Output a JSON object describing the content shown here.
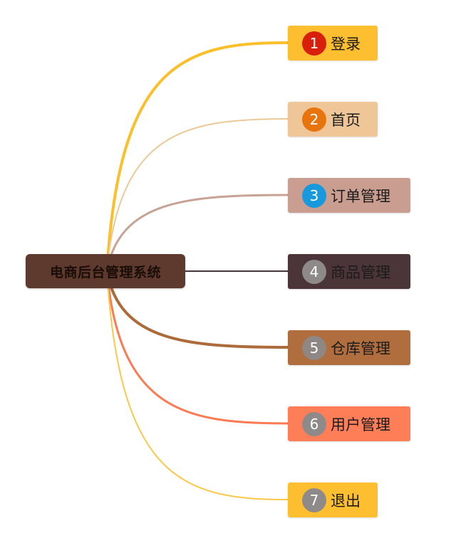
{
  "root": {
    "label": "电商后台管理系统",
    "color": "#5d3a2d"
  },
  "branches": [
    {
      "number": "1",
      "label": "登录",
      "box_color": "#fdbf2f",
      "badge_color": "#d81f0b",
      "line_color": "#fbbf2c"
    },
    {
      "number": "2",
      "label": "首页",
      "box_color": "#eec698",
      "badge_color": "#e8740d",
      "line_color": "#ecc896"
    },
    {
      "number": "3",
      "label": "订单管理",
      "box_color": "#c99e90",
      "badge_color": "#1999dd",
      "line_color": "#c8a295"
    },
    {
      "number": "4",
      "label": "商品管理",
      "box_color": "#4c3538",
      "badge_color": "#8e8a89",
      "line_color": "#45363a"
    },
    {
      "number": "5",
      "label": "仓库管理",
      "box_color": "#b06d3d",
      "badge_color": "#8e8783",
      "line_color": "#ac6b39"
    },
    {
      "number": "6",
      "label": "用户管理",
      "box_color": "#fe7e57",
      "badge_color": "#8e8a89",
      "line_color": "#fd7a53"
    },
    {
      "number": "7",
      "label": "退出",
      "box_color": "#fdbf2f",
      "badge_color": "#8e8a89",
      "line_color": "#fbc84a"
    }
  ]
}
